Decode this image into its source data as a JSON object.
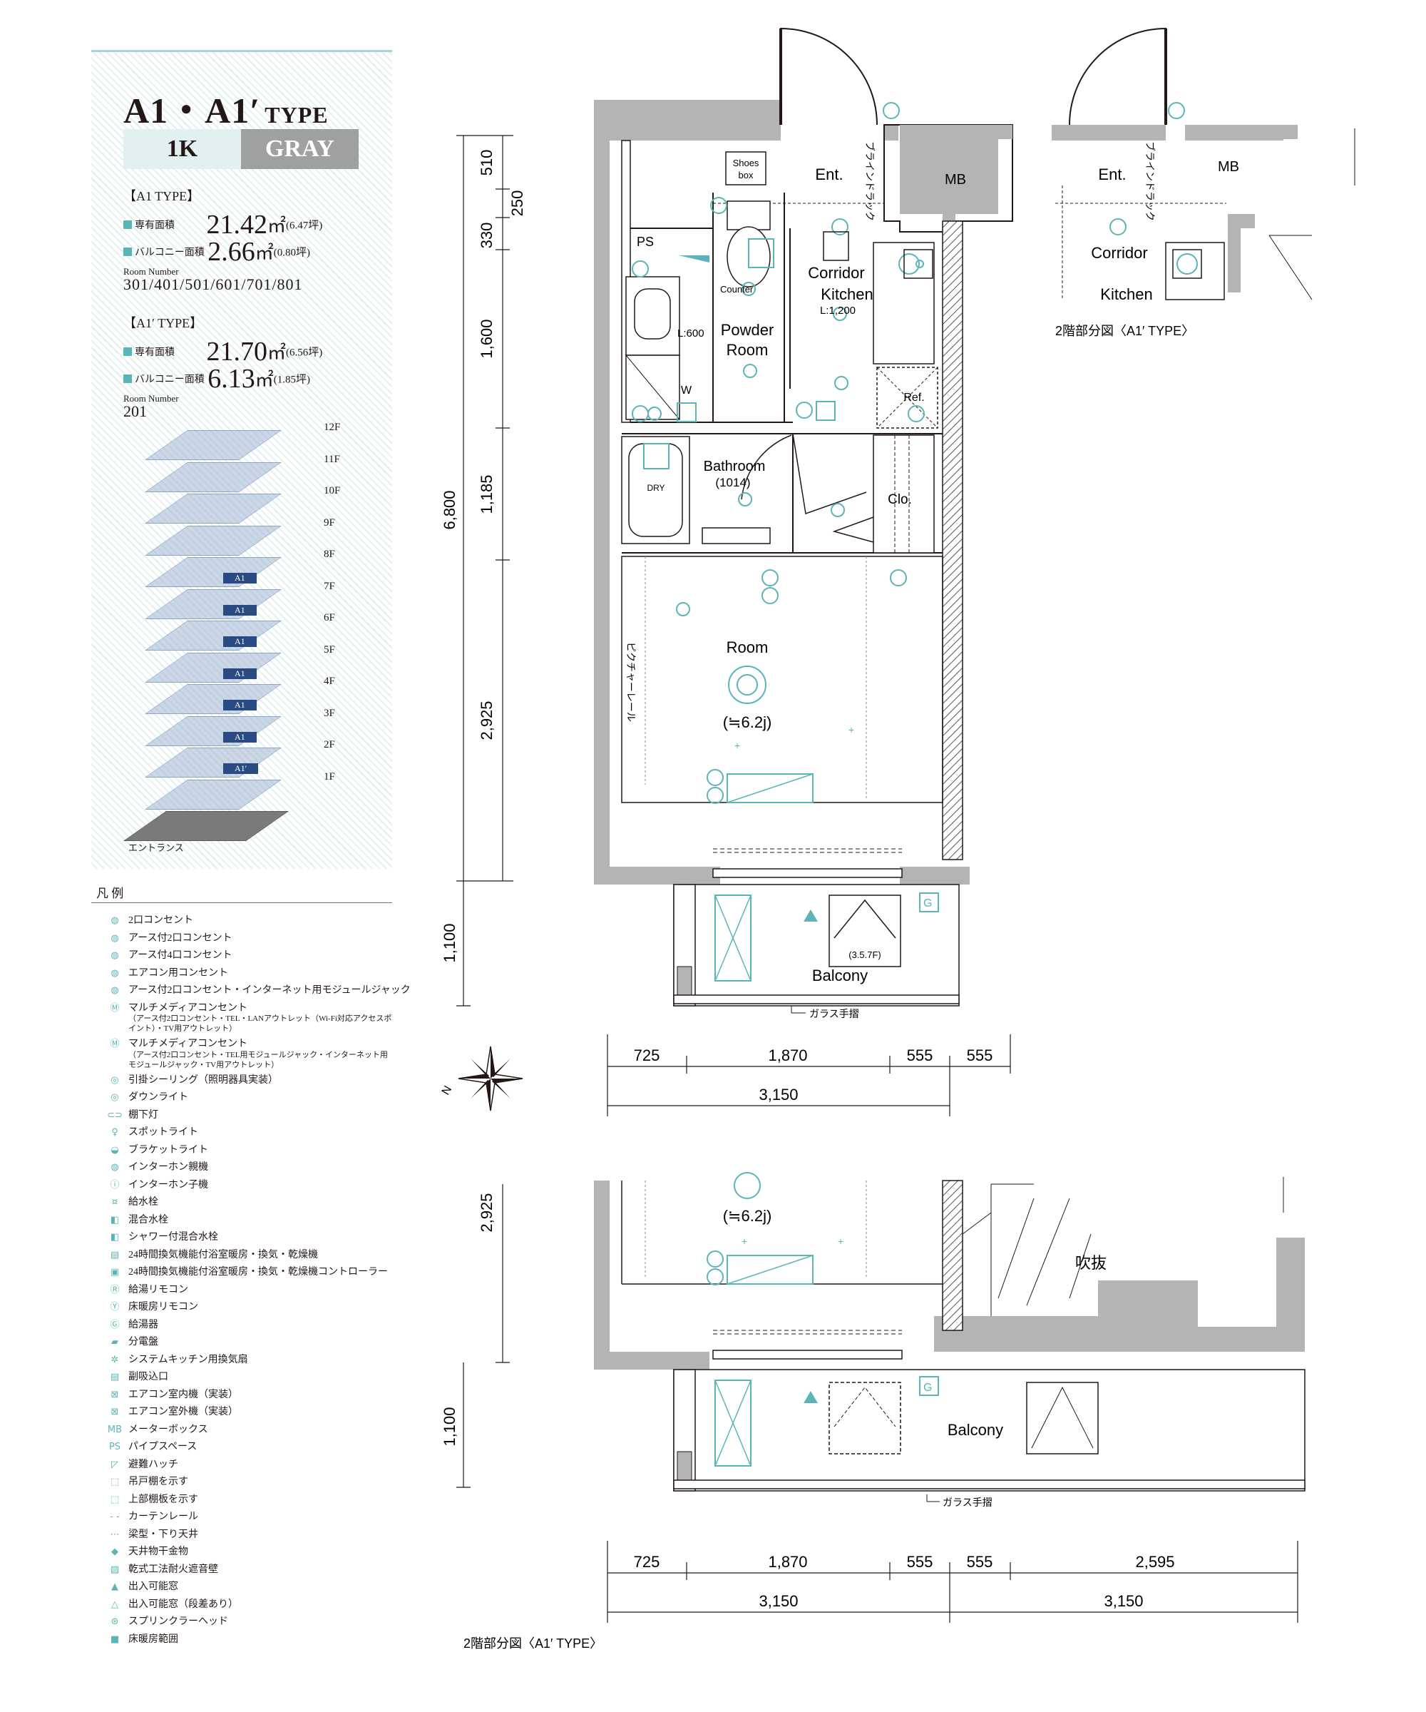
{
  "header": {
    "type_title": "A1・A1′",
    "type_suffix": "TYPE",
    "layout": "1K",
    "color": "GRAY"
  },
  "a1": {
    "heading": "【A1 TYPE】",
    "area_label": "専有面積",
    "area_value": "21.42",
    "area_unit": "㎡",
    "area_tsubo": "(6.47坪)",
    "balcony_label": "バルコニー面積",
    "balcony_value": "2.66",
    "balcony_unit": "㎡",
    "balcony_tsubo": "(0.80坪)",
    "room_number_label": "Room Number",
    "room_numbers": "301/401/501/601/701/801"
  },
  "a1p": {
    "heading": "【A1′ TYPE】",
    "area_label": "専有面積",
    "area_value": "21.70",
    "area_unit": "㎡",
    "area_tsubo": "(6.56坪)",
    "balcony_label": "バルコニー面積",
    "balcony_value": "6.13",
    "balcony_unit": "㎡",
    "balcony_tsubo": "(1.85坪)",
    "room_number_label": "Room Number",
    "room_numbers": "201"
  },
  "building": {
    "floors": [
      "12F",
      "11F",
      "10F",
      "9F",
      "8F",
      "7F",
      "6F",
      "5F",
      "4F",
      "3F",
      "2F",
      "1F"
    ],
    "markers": [
      {
        "floor": "8F",
        "label": "A1"
      },
      {
        "floor": "7F",
        "label": "A1"
      },
      {
        "floor": "6F",
        "label": "A1"
      },
      {
        "floor": "5F",
        "label": "A1"
      },
      {
        "floor": "4F",
        "label": "A1"
      },
      {
        "floor": "3F",
        "label": "A1"
      },
      {
        "floor": "2F",
        "label": "A1′"
      }
    ],
    "entrance": "エントランス"
  },
  "legend": {
    "title": "凡 例",
    "items": [
      {
        "icon": "◍",
        "text": "2口コンセント"
      },
      {
        "icon": "◍",
        "text": "アース付2口コンセント"
      },
      {
        "icon": "◍",
        "text": "アース付4口コンセント"
      },
      {
        "icon": "◍",
        "text": "エアコン用コンセント"
      },
      {
        "icon": "◍",
        "text": "アース付2口コンセント・インターネット用モジュールジャック"
      },
      {
        "icon": "Ⓜ",
        "text": "マルチメディアコンセント",
        "sub": "（アース付2口コンセント・TEL・LANアウトレット（Wi-Fi対応アクセスポイント）・TV用アウトレット）"
      },
      {
        "icon": "Ⓜ",
        "text": "マルチメディアコンセント",
        "sub": "（アース付2口コンセント・TEL用モジュールジャック・インターネット用モジュールジャック・TV用アウトレット）"
      },
      {
        "icon": "◎",
        "text": "引掛シーリング（照明器具実装）"
      },
      {
        "icon": "◎",
        "text": "ダウンライト"
      },
      {
        "icon": "⊂⊃",
        "text": "棚下灯"
      },
      {
        "icon": "♀",
        "text": "スポットライト"
      },
      {
        "icon": "◒",
        "text": "ブラケットライト"
      },
      {
        "icon": "◍",
        "text": "インターホン親機"
      },
      {
        "icon": "ⓘ",
        "text": "インターホン子機"
      },
      {
        "icon": "¤",
        "text": "給水栓"
      },
      {
        "icon": "◧",
        "text": "混合水栓"
      },
      {
        "icon": "◧",
        "text": "シャワー付混合水栓"
      },
      {
        "icon": "▤",
        "text": "24時間換気機能付浴室暖房・換気・乾燥機"
      },
      {
        "icon": "▣",
        "text": "24時間換気機能付浴室暖房・換気・乾燥機コントローラー"
      },
      {
        "icon": "Ⓡ",
        "text": "給湯リモコン"
      },
      {
        "icon": "Ⓨ",
        "text": "床暖房リモコン"
      },
      {
        "icon": "Ⓖ",
        "text": "給湯器"
      },
      {
        "icon": "▰",
        "text": "分電盤"
      },
      {
        "icon": "✲",
        "text": "システムキッチン用換気扇"
      },
      {
        "icon": "▤",
        "text": "副吸込口"
      },
      {
        "icon": "⊠",
        "text": "エアコン室内機（実装）"
      },
      {
        "icon": "⊠",
        "text": "エアコン室外機（実装）"
      },
      {
        "icon": "MB",
        "text": "メーターボックス"
      },
      {
        "icon": "PS",
        "text": "パイプスペース"
      },
      {
        "icon": "◸",
        "text": "避難ハッチ"
      },
      {
        "icon": "⬚",
        "text": "吊戸棚を示す"
      },
      {
        "icon": "⬚",
        "text": "上部棚板を示す"
      },
      {
        "icon": "- -",
        "text": "カーテンレール"
      },
      {
        "icon": "⋯",
        "text": "梁型・下り天井"
      },
      {
        "icon": "◆",
        "text": "天井物干金物"
      },
      {
        "icon": "▨",
        "text": "乾式工法耐火遮音壁"
      },
      {
        "icon": "▲",
        "text": "出入可能窓"
      },
      {
        "icon": "△",
        "text": "出入可能窓（段差あり）"
      },
      {
        "icon": "⊛",
        "text": "スプリンクラーヘッド"
      },
      {
        "icon": "■",
        "text": "床暖房範囲"
      }
    ]
  },
  "plan": {
    "rooms": {
      "ent": "Ent.",
      "mb": "MB",
      "shoes": "Shoes\nbox",
      "ps": "PS",
      "corridor": "Corridor",
      "kitchen": "Kitchen",
      "kitchen_len": "L:1,200",
      "powder": "Powder",
      "powder2": "Room",
      "counter": "Counter",
      "l600": "L:600",
      "w": "W",
      "ref": "Ref.",
      "bathroom": "Bathroom",
      "bath_size": "(1014)",
      "clo": "Clo.",
      "room": "Room",
      "room_size": "(≒6.2j)",
      "balcony": "Balcony",
      "outdoor": "(3.5.7F)",
      "blind": "ブラインドラック",
      "picture": "ピクチャーレール",
      "glass": "ガラス手摺",
      "dry": "DRY",
      "atrium": "吹抜"
    },
    "dims_vertical": [
      "510",
      "250",
      "330",
      "1,600",
      "1,185",
      "6,800",
      "2,925",
      "1,100"
    ],
    "dims_horizontal": [
      "725",
      "1,870",
      "555",
      "555",
      "3,150"
    ],
    "dims_horizontal_2f": [
      "725",
      "1,870",
      "555",
      "555",
      "2,595",
      "3,150",
      "3,150"
    ],
    "detail_caption": "2階部分図〈A1′ TYPE〉",
    "bottom_caption": "2階部分図〈A1′ TYPE〉",
    "bottom_dims_vertical": [
      "2,925",
      "1,100"
    ],
    "compass": "N"
  },
  "colors": {
    "accent": "#5bb4b8",
    "wall": "#b4b4b5",
    "navy": "#2a4a83",
    "gray_badge": "#9fa0a0",
    "layout_badge": "#e3f0f1"
  }
}
